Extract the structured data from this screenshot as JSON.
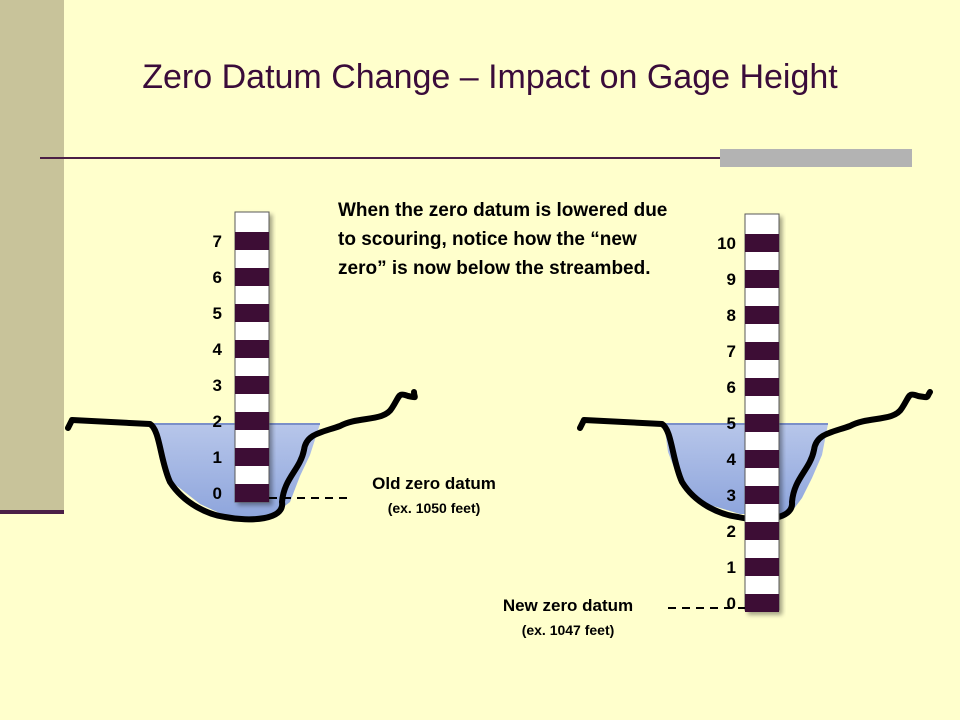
{
  "title": "Zero Datum Change – Impact on Gage Height",
  "note": "When the zero datum is lowered due to scouring, notice how the “new zero” is now below the streambed.",
  "old_gage": {
    "labels": [
      "0",
      "1",
      "2",
      "3",
      "4",
      "5",
      "6",
      "7"
    ]
  },
  "new_gage": {
    "labels": [
      "0",
      "1",
      "2",
      "3",
      "4",
      "5",
      "6",
      "7",
      "8",
      "9",
      "10"
    ]
  },
  "old_datum": {
    "label": "Old zero datum",
    "sublabel": "(ex. 1050 feet)"
  },
  "new_datum": {
    "label": "New zero datum",
    "sublabel": "(ex. 1047 feet)"
  },
  "colors": {
    "stripe": "#3d0d36",
    "water": "#a6b8e3",
    "rule": "#4b1f46",
    "background": "#ffffcc"
  }
}
